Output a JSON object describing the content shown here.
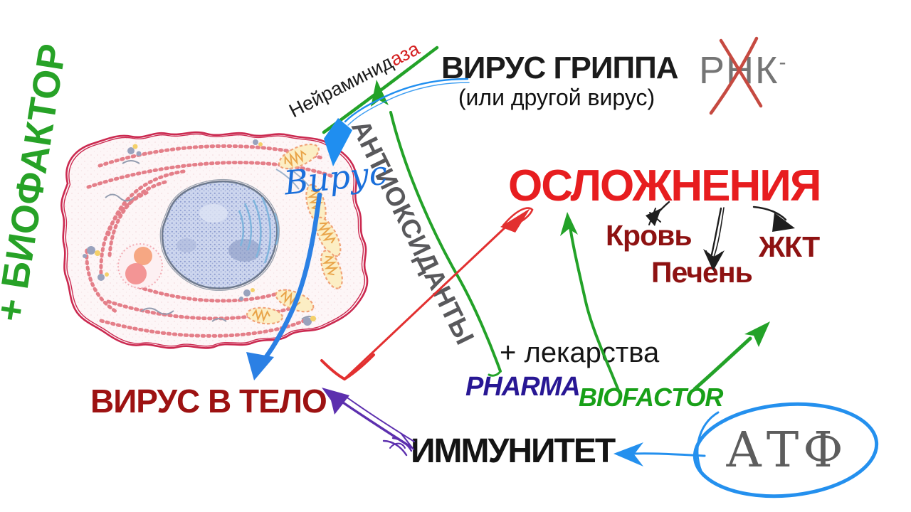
{
  "diagram": {
    "biofactor_vertical": "+ БИОФАКТОР",
    "neuraminidase": {
      "black": "Нейраминид",
      "red": "аза"
    },
    "virus_flu": {
      "title": "ВИРУС ГРИППА",
      "subtitle": "(или другой вирус)"
    },
    "rna": {
      "text": "РНК",
      "superscript": "-"
    },
    "complications": {
      "title": "ОСЛОЖНЕНИЯ",
      "organs": {
        "blood": "Кровь",
        "git": "ЖКТ",
        "liver": "Печень"
      }
    },
    "antioxidants": "АНТИОКСИДАНТЫ",
    "drugs": {
      "plus_drugs": "+ лекарства",
      "pharma": "PHARMA",
      "biofactor": "BIOFACTOR"
    },
    "virus_into_body": "ВИРУС В ТЕЛО",
    "immunity": "ИММУНИТЕТ",
    "atp": "АТФ",
    "virus_handwritten": "Вирус"
  },
  "colors": {
    "green": "#27a227",
    "bright_red": "#e71d1f",
    "dark_red": "#8e1212",
    "maroon": "#9d1212",
    "black": "#151515",
    "gray_label": "#59595c",
    "rna_gray": "#757575",
    "blue_arrow": "#1f8ef0",
    "purple_arrow": "#5c2fae",
    "pharma_indigo": "#281794",
    "cell_outline": "#cb2950",
    "atp_gray": "#5d5d5d"
  }
}
